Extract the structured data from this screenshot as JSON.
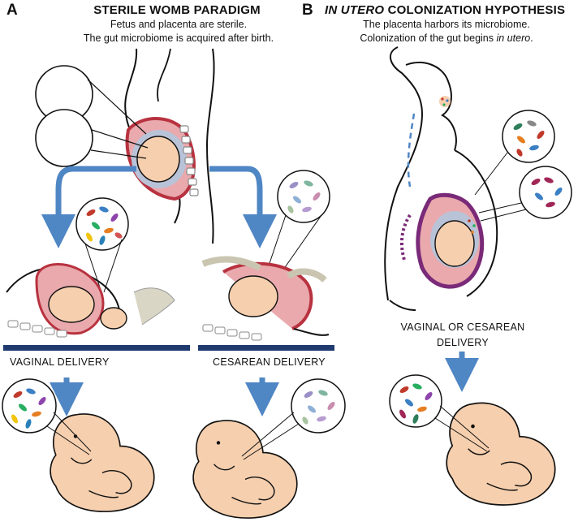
{
  "panel_a": {
    "letter": "A",
    "title": "STERILE WOMB PARADIGM",
    "subtitle_line1": "Fetus and placenta are sterile.",
    "subtitle_line2": "The gut microbiome is acquired after birth.",
    "vaginal_label": "VAGINAL DELIVERY",
    "cesarean_label": "CESAREAN DELIVERY"
  },
  "panel_b": {
    "letter": "B",
    "title_italic": "IN UTERO",
    "title_rest": " COLONIZATION HYPOTHESIS",
    "subtitle_line1": "The placenta harbors its microbiome.",
    "subtitle_line2_prefix": "Colonization of the gut begins ",
    "subtitle_line2_italic": "in utero",
    "subtitle_line2_suffix": ".",
    "delivery_label_line1": "VAGINAL OR CESAREAN",
    "delivery_label_line2": "DELIVERY"
  },
  "colors": {
    "arrow": "#4f86c4",
    "skin": "#f6cfae",
    "placenta": "#b8323f",
    "uterus": "#e9a9ad",
    "table": "#1f3a6e",
    "sac": "#b9c3d8"
  }
}
